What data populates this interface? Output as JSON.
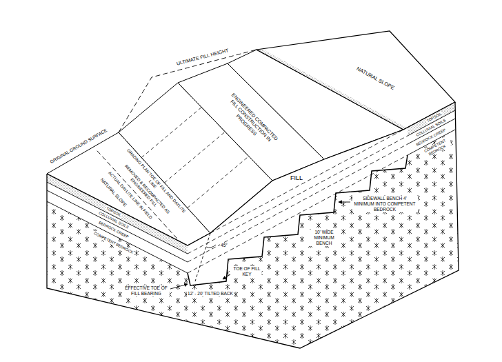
{
  "diagram": {
    "labels": [
      "ULTIMATE FILL HEIGHT",
      "NATURAL SLOPE",
      "ENGINEERED COMPACTED FILL CONSTRUCTION IN PROGRESS",
      "ORIGINAL GROUND SURFACE",
      "GRADING PLAN TOE OF FILL AND DAYLITE LINE",
      "REMOVED & RECOMPACTED AS ENGINEERED FILL",
      "ACTUAL DAYLITE LINE IN FIELD",
      "NATURAL SLOPE",
      "TOPSOIL",
      "COLLUVIAL SOILS",
      "BEDROCK CREEP",
      "COMPETENT BEDROCK",
      "TOPSOIL",
      "COLLUVIAL SOILS",
      "BEDROCK CREEP",
      "COMPETENT BEDROCK",
      "FILL",
      "SIDEWALL BENCH 4' MINIMUM INTO COMPETENT BEDROCK",
      "10' WIDE MINIMUM BENCH",
      "TOE OF FILL KEY",
      "12' - 20' TILTED BACK",
      "EFFECTIVE TOE OF FILL BEARING",
      "45°"
    ]
  }
}
